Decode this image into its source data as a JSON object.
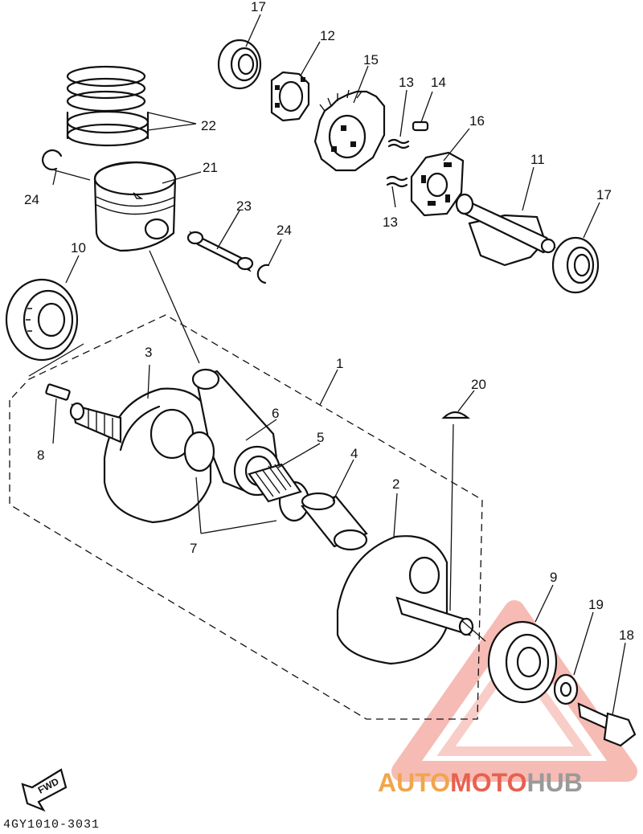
{
  "labels": {
    "p1": "1",
    "p2": "2",
    "p3": "3",
    "p4": "4",
    "p5": "5",
    "p6": "6",
    "p7": "7",
    "p8": "8",
    "p9": "9",
    "p10": "10",
    "p11": "11",
    "p12": "12",
    "p13a": "13",
    "p13b": "13",
    "p14": "14",
    "p15": "15",
    "p16": "16",
    "p17a": "17",
    "p17b": "17",
    "p18": "18",
    "p19": "19",
    "p20": "20",
    "p21": "21",
    "p22": "22",
    "p23": "23",
    "p24a": "24",
    "p24b": "24"
  },
  "fwd": "FWD",
  "doc_code": "4GY1010-3031",
  "watermark": {
    "auto": "AUTO",
    "moto": "MOTO",
    "hub": "HUB"
  },
  "colors": {
    "watermark_red": "#e8604f",
    "watermark_orange": "#f0a64a",
    "watermark_gray": "#9a9a9a"
  }
}
